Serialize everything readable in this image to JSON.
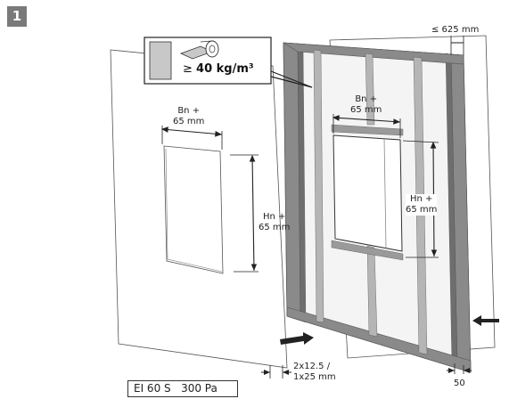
{
  "step_number": "1",
  "insulation": {
    "symbol": "≥",
    "density": "40 kg/m³"
  },
  "dimensions": {
    "stud_spacing": "≤ 625 mm",
    "left_width": [
      "Bn +",
      "65 mm"
    ],
    "left_height": [
      "Hn +",
      "65 mm"
    ],
    "frame_width": [
      "Bn +",
      "65 mm"
    ],
    "frame_height": [
      "Hn +",
      "65 mm"
    ],
    "board_thickness": [
      "2x12.5 /",
      "1x25 mm"
    ],
    "profile_depth": "50"
  },
  "rating_label": "EI 60 S   300 Pa",
  "colors": {
    "frame": "#8a8a8a",
    "frame_dark": "#6e6e6e",
    "panel_fill": "#ffffff",
    "badge": "#7a7a7a",
    "insulation_fill": "#c8c8c8"
  }
}
